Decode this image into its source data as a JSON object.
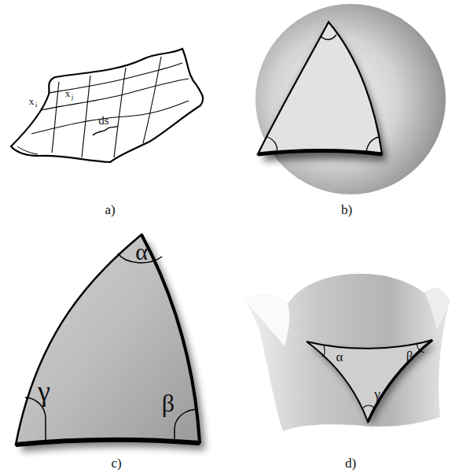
{
  "diagram": {
    "labels": [
      "x",
      "i",
      "x",
      "j",
      "ds",
      "a)",
      "b)",
      "α",
      "γ",
      "β",
      "c)",
      "α",
      "β",
      "γ",
      "d)"
    ]
  }
}
